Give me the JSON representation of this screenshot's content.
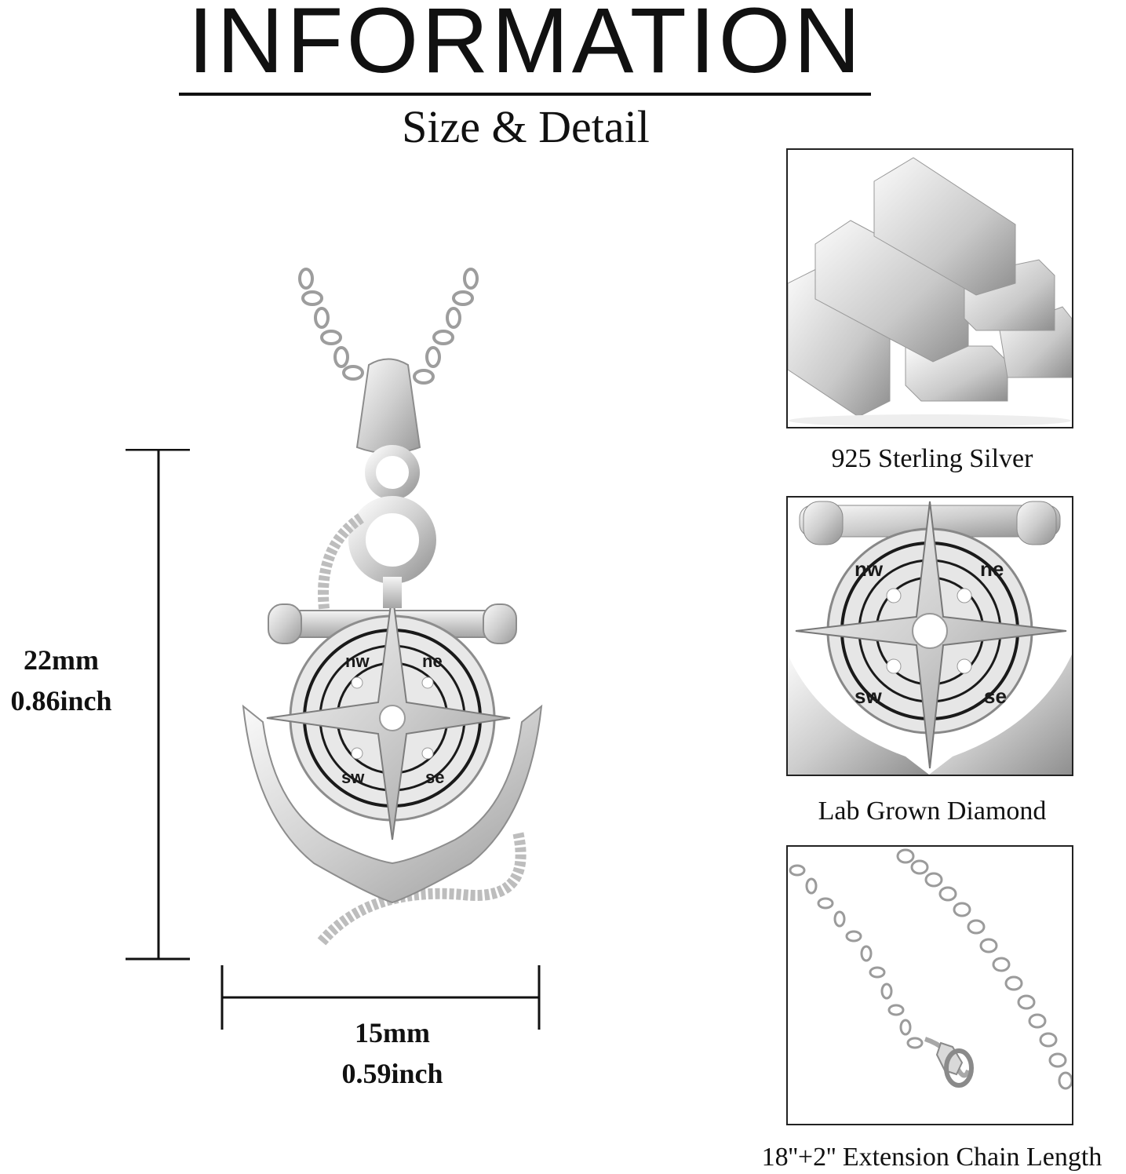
{
  "header": {
    "title": "INFORMATION",
    "subtitle": "Size & Detail"
  },
  "dimensions": {
    "height_mm": "22mm",
    "height_inch": "0.86inch",
    "width_mm": "15mm",
    "width_inch": "0.59inch"
  },
  "details": [
    {
      "caption": "925 Sterling Silver",
      "image": "silver-bars-icon"
    },
    {
      "caption": "Lab Grown Diamond",
      "image": "compass-closeup-icon"
    },
    {
      "caption": "18''+2'' Extension Chain Length",
      "image": "chain-clasp-icon"
    }
  ],
  "compass_letters": {
    "nw": "nw",
    "ne": "ne",
    "sw": "sw",
    "se": "se"
  },
  "colors": {
    "text": "#111111",
    "silver_light": "#f2f2f2",
    "silver_mid": "#c8c8c8",
    "silver_dark": "#8a8a8a",
    "engraving": "#1a1a1a"
  }
}
